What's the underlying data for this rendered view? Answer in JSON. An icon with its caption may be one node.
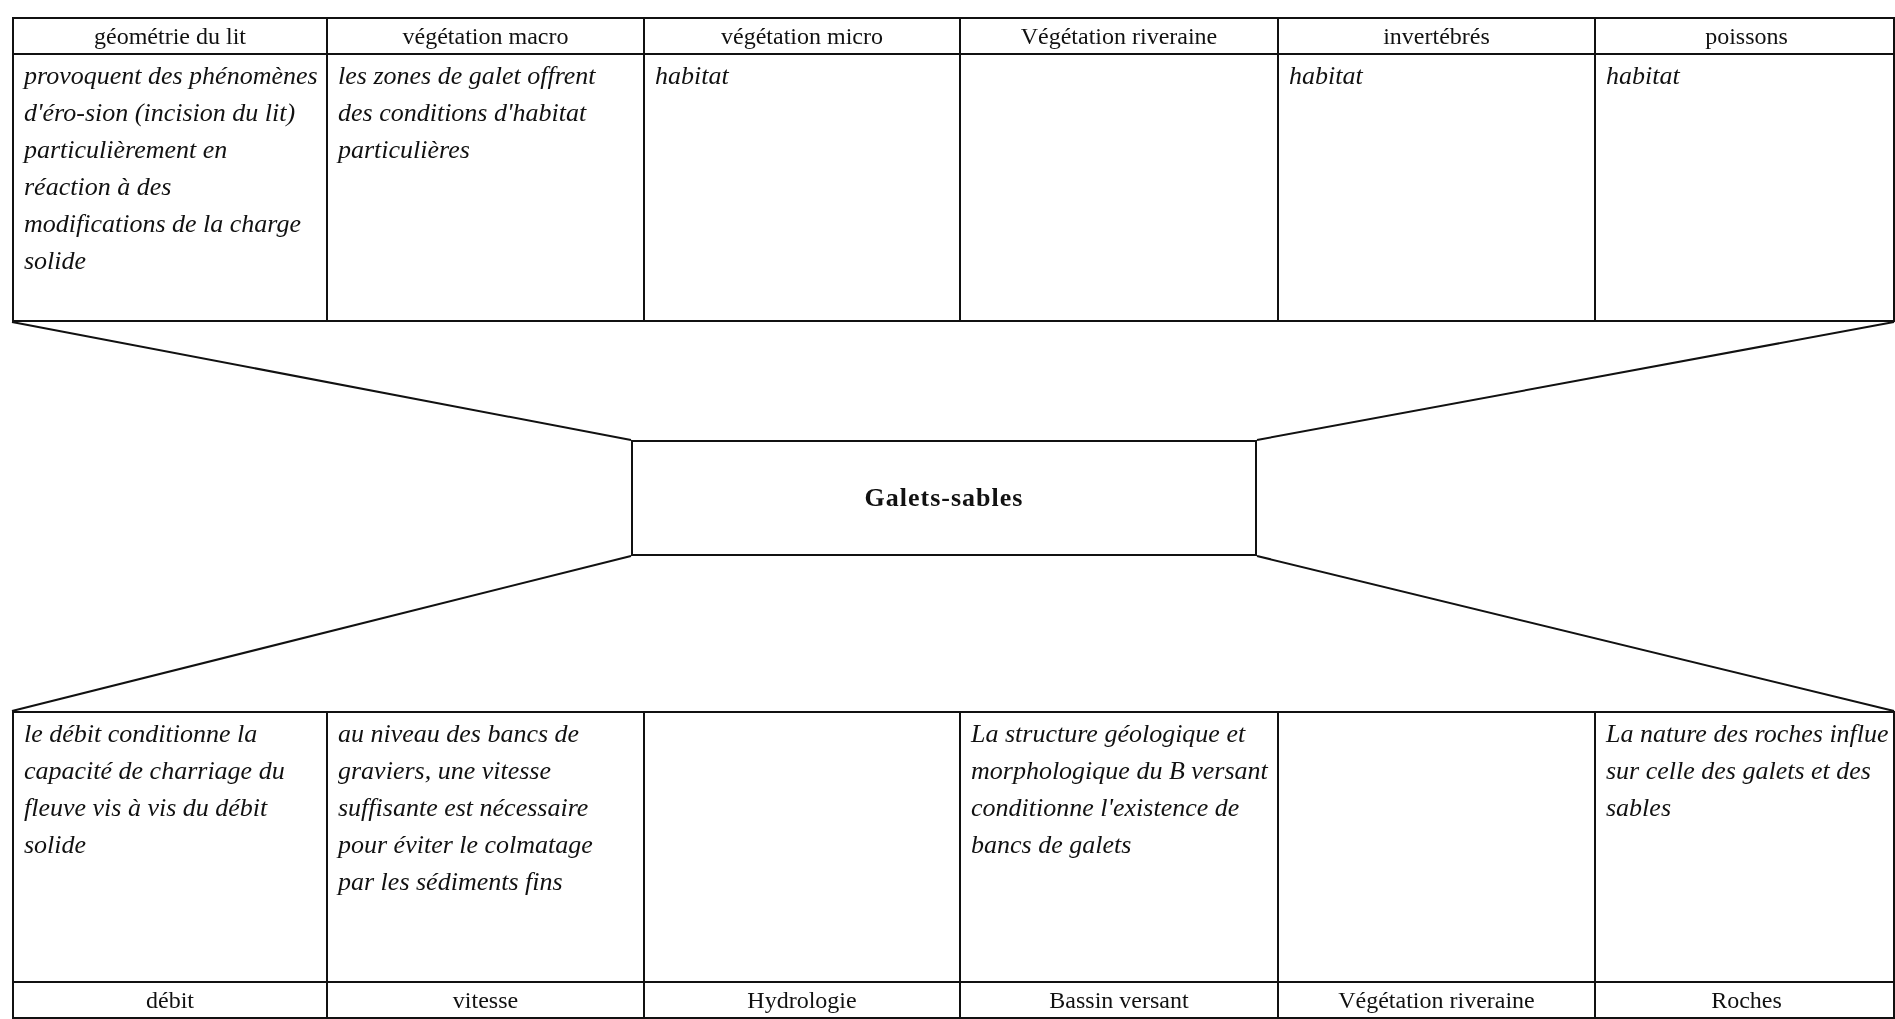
{
  "diagram": {
    "nodes": [
      {
        "text": [],
        "shape": "box"
      },
      {
        "text": [
          "géométrie du lit",
          "provoquent des phénomènes d'éro-sion (incision du lit) particulièrement en réaction à des modifications de la charge solide"
        ],
        "in": 0
      },
      {
        "text": [
          "végétation macro",
          "les zones de galet offrent des conditions d'habitat particulières"
        ],
        "in": 0
      },
      {
        "text": [
          "végétation micro",
          "habitat"
        ],
        "in": 0
      },
      {
        "text": [
          "Végétation riveraine"
        ],
        "in": 0
      },
      {
        "text": [
          "invertébrés",
          "habitat"
        ],
        "in": 0
      },
      {
        "text": [
          "poissons",
          "habitat"
        ],
        "in": 0
      },
      {
        "text": [
          "Galets-sables"
        ]
      },
      {
        "text": [],
        "shape": "box"
      },
      {
        "text": [
          "le débit conditionne la capacité de charriage du fleuve vis à vis du débit solide",
          "débit"
        ],
        "in": 8
      },
      {
        "text": [
          "au niveau des bancs de graviers, une vitesse suffisante est nécessaire pour éviter le colmatage par les sédiments fins",
          "vitesse"
        ],
        "in": 8
      },
      {
        "text": [
          "Hydrologie"
        ],
        "in": 8
      },
      {
        "text": [
          "La structure géologique et morphologique du B versant conditionne l'existence de bancs de galets",
          "Bassin versant"
        ],
        "in": 8
      },
      {
        "text": [
          "Végétation riveraine"
        ],
        "in": 8
      },
      {
        "text": [
          "La nature des roches influe sur celle des galets et des sables",
          "Roches"
        ],
        "in": 8
      }
    ],
    "edges": [
      {
        "from": 7,
        "to": 0,
        "arrow": "none"
      },
      {
        "from": 7,
        "to": 0,
        "arrow": "none"
      },
      {
        "from": 7,
        "to": 8,
        "arrow": "none"
      },
      {
        "from": 7,
        "to": 8,
        "arrow": "none"
      }
    ]
  }
}
